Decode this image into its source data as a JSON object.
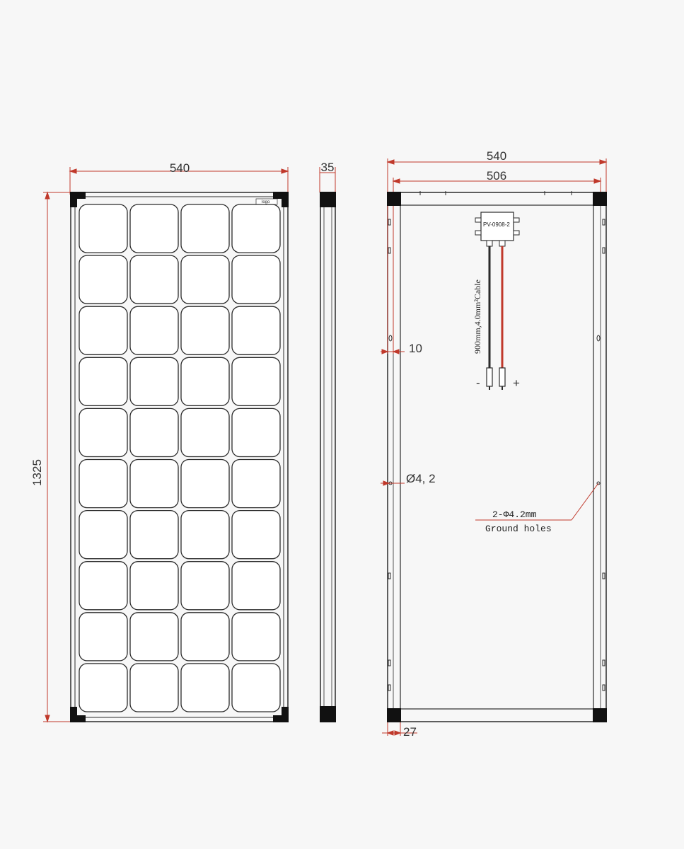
{
  "colors": {
    "background": "#f7f7f7",
    "line": "#2b2b2b",
    "dimension": "#c0392b",
    "corner": "#111111",
    "cable_red": "#c0392b"
  },
  "front_view": {
    "width_label": "540",
    "height_label": "1325",
    "cell_rows": 10,
    "cell_cols": 4,
    "nameplate_label": "logo"
  },
  "side_view": {
    "thickness_label": "35"
  },
  "rear_view": {
    "outer_width_label": "540",
    "inner_width_label": "506",
    "edge_offset_label": "10",
    "hole_label": "Ø4, 2",
    "frame_label": "27",
    "junction_box_label": "PV-0908-2",
    "cable_label": "900mm,4.0mm²Cable",
    "minus_label": "-",
    "plus_label": "+",
    "ground_label_1": "2-Φ4.2mm",
    "ground_label_2": "Ground holes"
  }
}
